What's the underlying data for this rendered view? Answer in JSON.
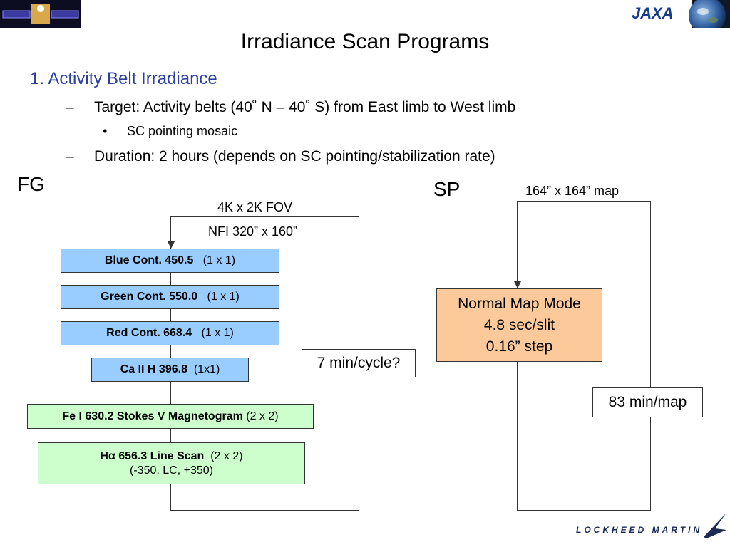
{
  "header": {
    "title": "Irradiance Scan Programs",
    "jaxa_text": "JAXA",
    "lm_text": "LOCKHEED MARTIN"
  },
  "content": {
    "heading": "1. Activity Belt Irradiance",
    "target": "Target: Activity belts (40˚ N – 40˚ S) from East limb to West limb",
    "bullet": "SC pointing mosaic",
    "duration": "Duration: 2 hours (depends on SC pointing/stabilization rate)"
  },
  "fg": {
    "label": "FG",
    "fov_line1": "4K x 2K FOV",
    "fov_line2": "NFI 320” x 160”",
    "boxes": [
      {
        "bold": "Blue Cont. 450.5",
        "normal": "(1 x 1)"
      },
      {
        "bold": "Green Cont. 550.0",
        "normal": "(1 x 1)"
      },
      {
        "bold": "Red Cont. 668.4",
        "normal": "(1 x 1)"
      },
      {
        "bold": "Ca II H 396.8",
        "normal": "(1x1)"
      },
      {
        "bold": "Fe I 630.2 Stokes V Magnetogram",
        "normal": "(2 x 2)"
      },
      {
        "bold": "Hα 656.3 Line Scan",
        "normal": "(2 x 2)",
        "line2": "(-350, LC, +350)"
      }
    ],
    "cycle": "7 min/cycle?"
  },
  "sp": {
    "label": "SP",
    "map_caption": "164” x 164” map",
    "mode_line1": "Normal Map Mode",
    "mode_line2": "4.8 sec/slit",
    "mode_line3": "0.16” step",
    "map_time": "83 min/map"
  },
  "colors": {
    "blue_box": "#99ccff",
    "green_box": "#ccffcc",
    "orange_box": "#fcc99b",
    "heading": "#2a3fa0"
  }
}
